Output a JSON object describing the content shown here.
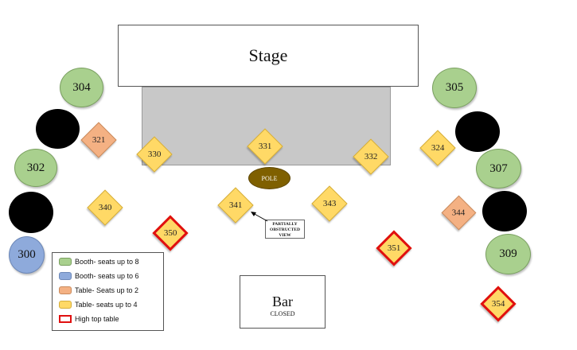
{
  "stage": {
    "label": "Stage"
  },
  "pole": {
    "label": "POLE"
  },
  "note": {
    "text": "PARTIALLY OBSTRUCTED VIEW"
  },
  "bar": {
    "label": "Bar",
    "status": "CLOSED"
  },
  "booths": [
    {
      "number": "304",
      "color": "#a9d08e"
    },
    {
      "number": "302",
      "color": "#a9d08e"
    },
    {
      "number": "300",
      "color": "#8eaadb"
    },
    {
      "number": "305",
      "color": "#a9d08e"
    },
    {
      "number": "307",
      "color": "#a9d08e"
    },
    {
      "number": "309",
      "color": "#a9d08e"
    }
  ],
  "tables": [
    {
      "number": "321",
      "type": "Table- Seats up to 2"
    },
    {
      "number": "330",
      "type": "Table- seats up to 4"
    },
    {
      "number": "331",
      "type": "Table- seats up to 4"
    },
    {
      "number": "332",
      "type": "Table- seats up to 4"
    },
    {
      "number": "324",
      "type": "Table- seats up to 4"
    },
    {
      "number": "340",
      "type": "Table- seats up to 4"
    },
    {
      "number": "341",
      "type": "Table- seats up to 4"
    },
    {
      "number": "343",
      "type": "Table- seats up to 4"
    },
    {
      "number": "344",
      "type": "Table- Seats up to 2"
    },
    {
      "number": "350",
      "type": "High top table"
    },
    {
      "number": "351",
      "type": "High top table"
    },
    {
      "number": "354",
      "type": "High top table"
    }
  ],
  "legend": [
    {
      "label": "Booth- seats up to 8",
      "color": "#a9d08e"
    },
    {
      "label": "Booth- seats up to 6",
      "color": "#8eaadb"
    },
    {
      "label": "Table- Seats up to 2",
      "color": "#f4b183"
    },
    {
      "label": "Table- seats up to 4",
      "color": "#ffd966"
    },
    {
      "label": "High top table",
      "color": "#e01010"
    }
  ]
}
